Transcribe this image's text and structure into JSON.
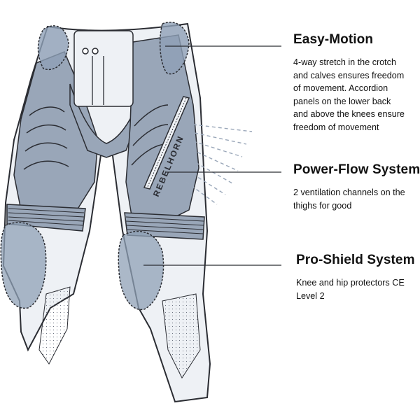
{
  "colors": {
    "outline": "#2b2d33",
    "panel_blue": "#99a6b8",
    "panel_light": "#eef1f5",
    "pad_blue": "#8fa0b6",
    "vent_blue": "#9aa7b9",
    "text": "#111111"
  },
  "brand_text": "REBELHORN",
  "features": [
    {
      "title": "Easy-Motion",
      "lines": [
        "4-way stretch in the crotch",
        "and calves ensures freedom",
        "of movement. Accordion",
        "panels on the lower back",
        "and above the knees ensure",
        "freedom of movement"
      ]
    },
    {
      "title": "Power-Flow System",
      "lines": [
        "2 ventilation channels on the",
        "thighs for good"
      ]
    },
    {
      "title": "Pro-Shield System",
      "lines": [
        "Knee and hip protectors CE",
        "Level 2"
      ]
    }
  ]
}
